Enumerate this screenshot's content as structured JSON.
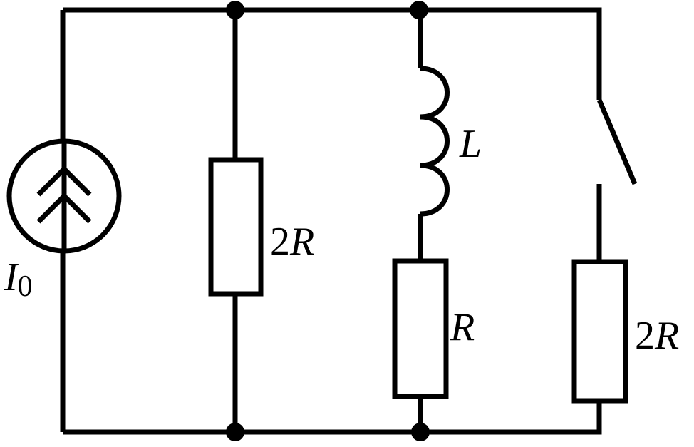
{
  "figure": {
    "type": "circuit-schematic",
    "colors": {
      "stroke": "#000000",
      "background": "#ffffff"
    },
    "components": {
      "current_source": {
        "icon": "current-source-double-arrow-up",
        "label_main": "I",
        "label_sub": "0"
      },
      "resistor_left": {
        "icon": "resistor-box",
        "label_coef": "2",
        "label_var": "R"
      },
      "inductor": {
        "icon": "inductor-coil",
        "label": "L"
      },
      "resistor_middle": {
        "icon": "resistor-box",
        "label": "R"
      },
      "switch": {
        "icon": "switch-open",
        "state": "open"
      },
      "resistor_right": {
        "icon": "resistor-box",
        "label_coef": "2",
        "label_var": "R"
      }
    },
    "junctions": [
      {
        "name": "junction-top-left"
      },
      {
        "name": "junction-top-middle"
      },
      {
        "name": "junction-bottom-left"
      },
      {
        "name": "junction-bottom-middle"
      }
    ]
  }
}
